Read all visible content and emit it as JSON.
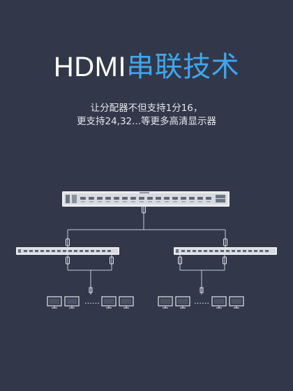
{
  "title": {
    "en": "HDMI",
    "cn": "串联技术"
  },
  "subtitle": {
    "line1": "让分配器不但支持1分16，",
    "line2": "更支持24,32...等更多高清显示器"
  },
  "diagram": {
    "ellipsis": "……"
  },
  "colors": {
    "background": "#323849",
    "accent": "#3fa6ee",
    "device_body": "#e9ebee",
    "line": "#c7cbd3"
  }
}
